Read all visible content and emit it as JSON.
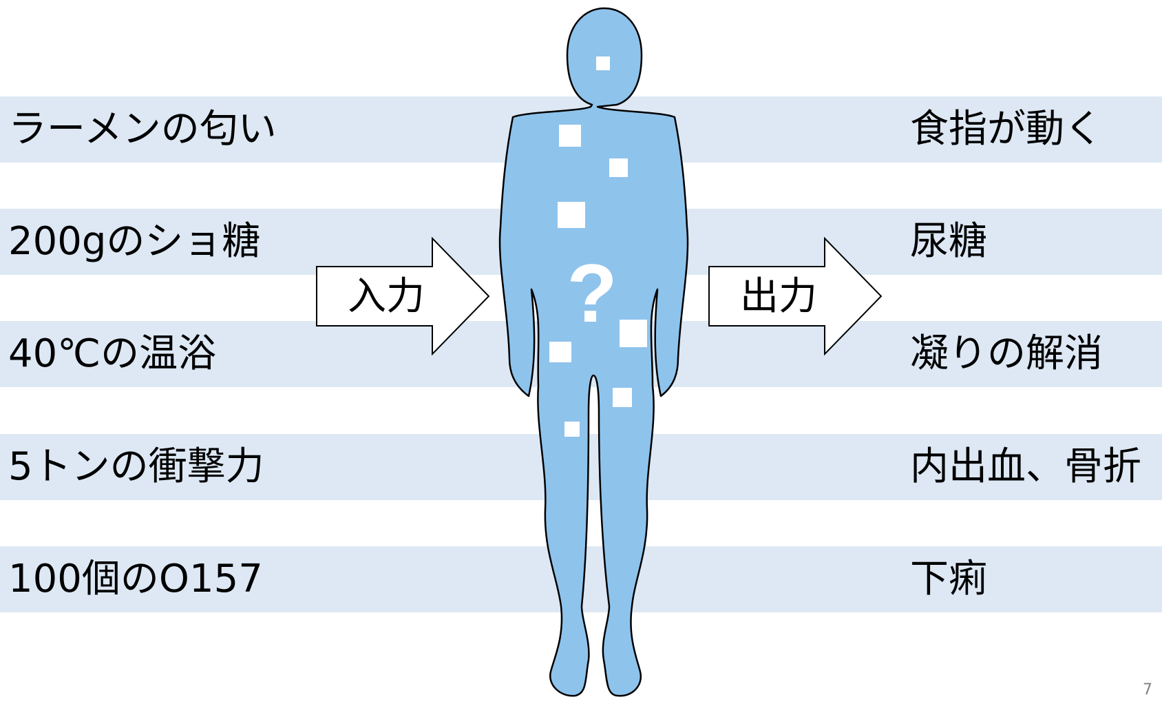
{
  "inputs": [
    "ラーメンの匂い",
    "200gのショ糖",
    "40℃の温浴",
    "5トンの衝撃力",
    "100個のO157"
  ],
  "outputs": [
    "食指が動く",
    "尿糖",
    "凝りの解消",
    "内出血、骨折",
    "下痢"
  ],
  "arrows": {
    "input_label": "入力",
    "output_label": "出力"
  },
  "figure": {
    "center_symbol": "?"
  },
  "slide_number": "7",
  "colors": {
    "band": "#dde8f4",
    "body_fill": "#8ec3ec",
    "body_outline": "#000000",
    "arrow_fill": "#ffffff"
  }
}
